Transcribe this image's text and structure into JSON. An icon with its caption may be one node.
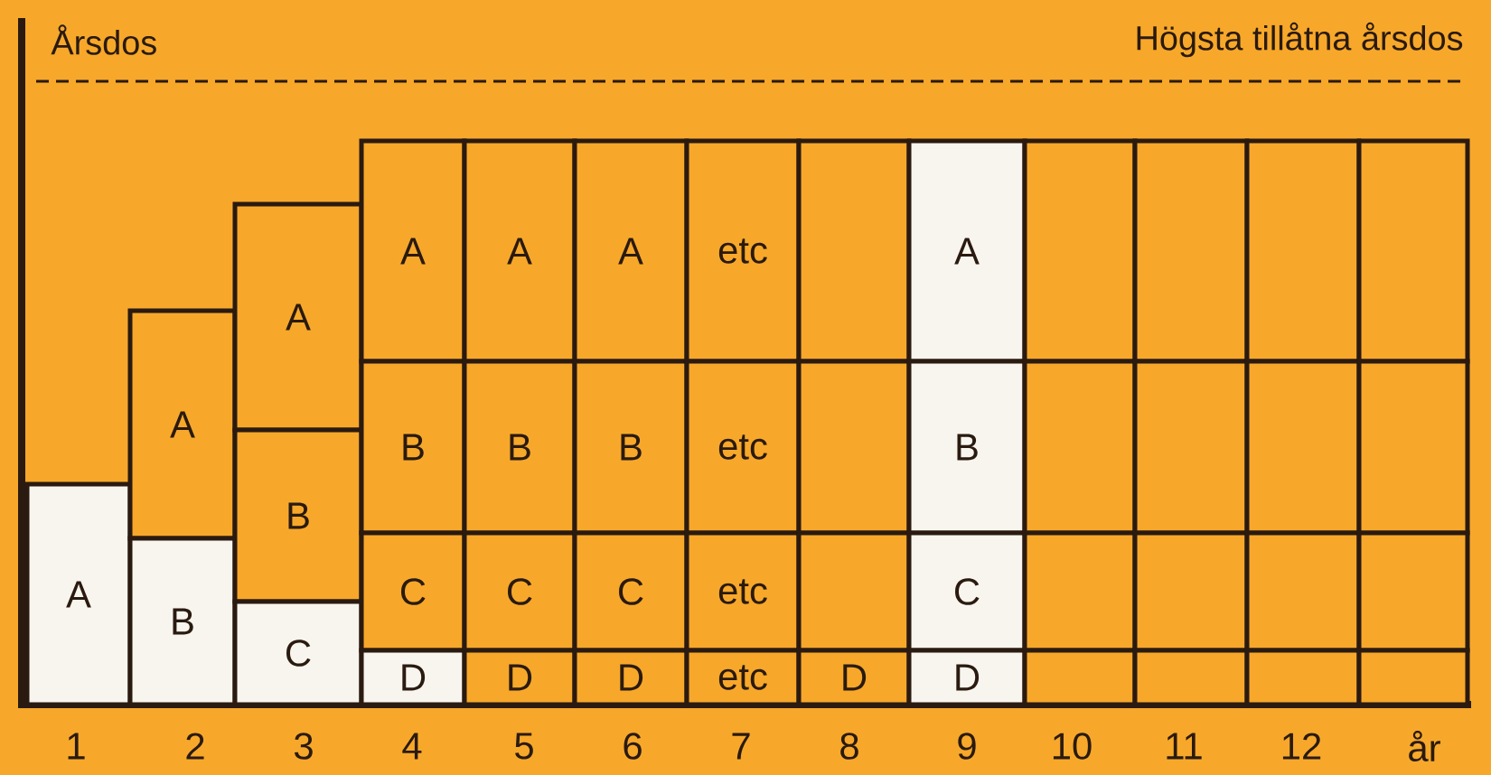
{
  "diagram": {
    "nodes": [
      {
        "text": [
          "A"
        ]
      },
      {
        "text": [
          "A"
        ]
      },
      {
        "text": [
          "B"
        ]
      },
      {
        "text": [
          "A"
        ]
      },
      {
        "text": [
          "B"
        ]
      },
      {
        "text": [
          "C"
        ]
      },
      {
        "text": [
          "A"
        ]
      },
      {
        "text": [
          "B"
        ]
      },
      {
        "text": [
          "C"
        ]
      },
      {
        "text": [
          "D"
        ]
      },
      {
        "text": [
          "A"
        ]
      },
      {
        "text": [
          "B"
        ]
      },
      {
        "text": [
          "C"
        ]
      },
      {
        "text": [
          "D"
        ]
      },
      {
        "text": [
          "A"
        ]
      },
      {
        "text": [
          "B"
        ]
      },
      {
        "text": [
          "C"
        ]
      },
      {
        "text": [
          "D"
        ]
      },
      {
        "text": [
          "etc"
        ]
      },
      {
        "text": [
          "etc"
        ]
      },
      {
        "text": [
          "etc"
        ]
      },
      {
        "text": [
          "etc"
        ]
      },
      {
        "text": [],
        "shape": "box"
      },
      {
        "text": [],
        "shape": "box"
      },
      {
        "text": [],
        "shape": "box"
      },
      {
        "text": [
          "D"
        ]
      },
      {
        "text": [
          "A"
        ]
      },
      {
        "text": [
          "B"
        ]
      },
      {
        "text": [
          "C"
        ]
      },
      {
        "text": [
          "D"
        ]
      },
      {
        "text": [],
        "shape": "box"
      },
      {
        "text": [],
        "shape": "box"
      },
      {
        "text": [],
        "shape": "box"
      },
      {
        "text": [],
        "shape": "box"
      },
      {
        "text": [],
        "shape": "box"
      },
      {
        "text": [],
        "shape": "box"
      },
      {
        "text": [],
        "shape": "box"
      },
      {
        "text": [],
        "shape": "box"
      },
      {
        "text": [],
        "shape": "box"
      },
      {
        "text": [],
        "shape": "box"
      },
      {
        "text": [],
        "shape": "box"
      },
      {
        "text": [],
        "shape": "box"
      },
      {
        "text": [],
        "shape": "box"
      },
      {
        "text": [],
        "shape": "box"
      },
      {
        "text": [],
        "shape": "box"
      },
      {
        "text": [],
        "shape": "box"
      }
    ],
    "labels": [
      "Årsdos",
      "Högsta tillåtna årsdos",
      "1",
      "2",
      "3",
      "4",
      "5",
      "6",
      "7",
      "8",
      "9",
      "10",
      "11",
      "12",
      "år"
    ]
  }
}
